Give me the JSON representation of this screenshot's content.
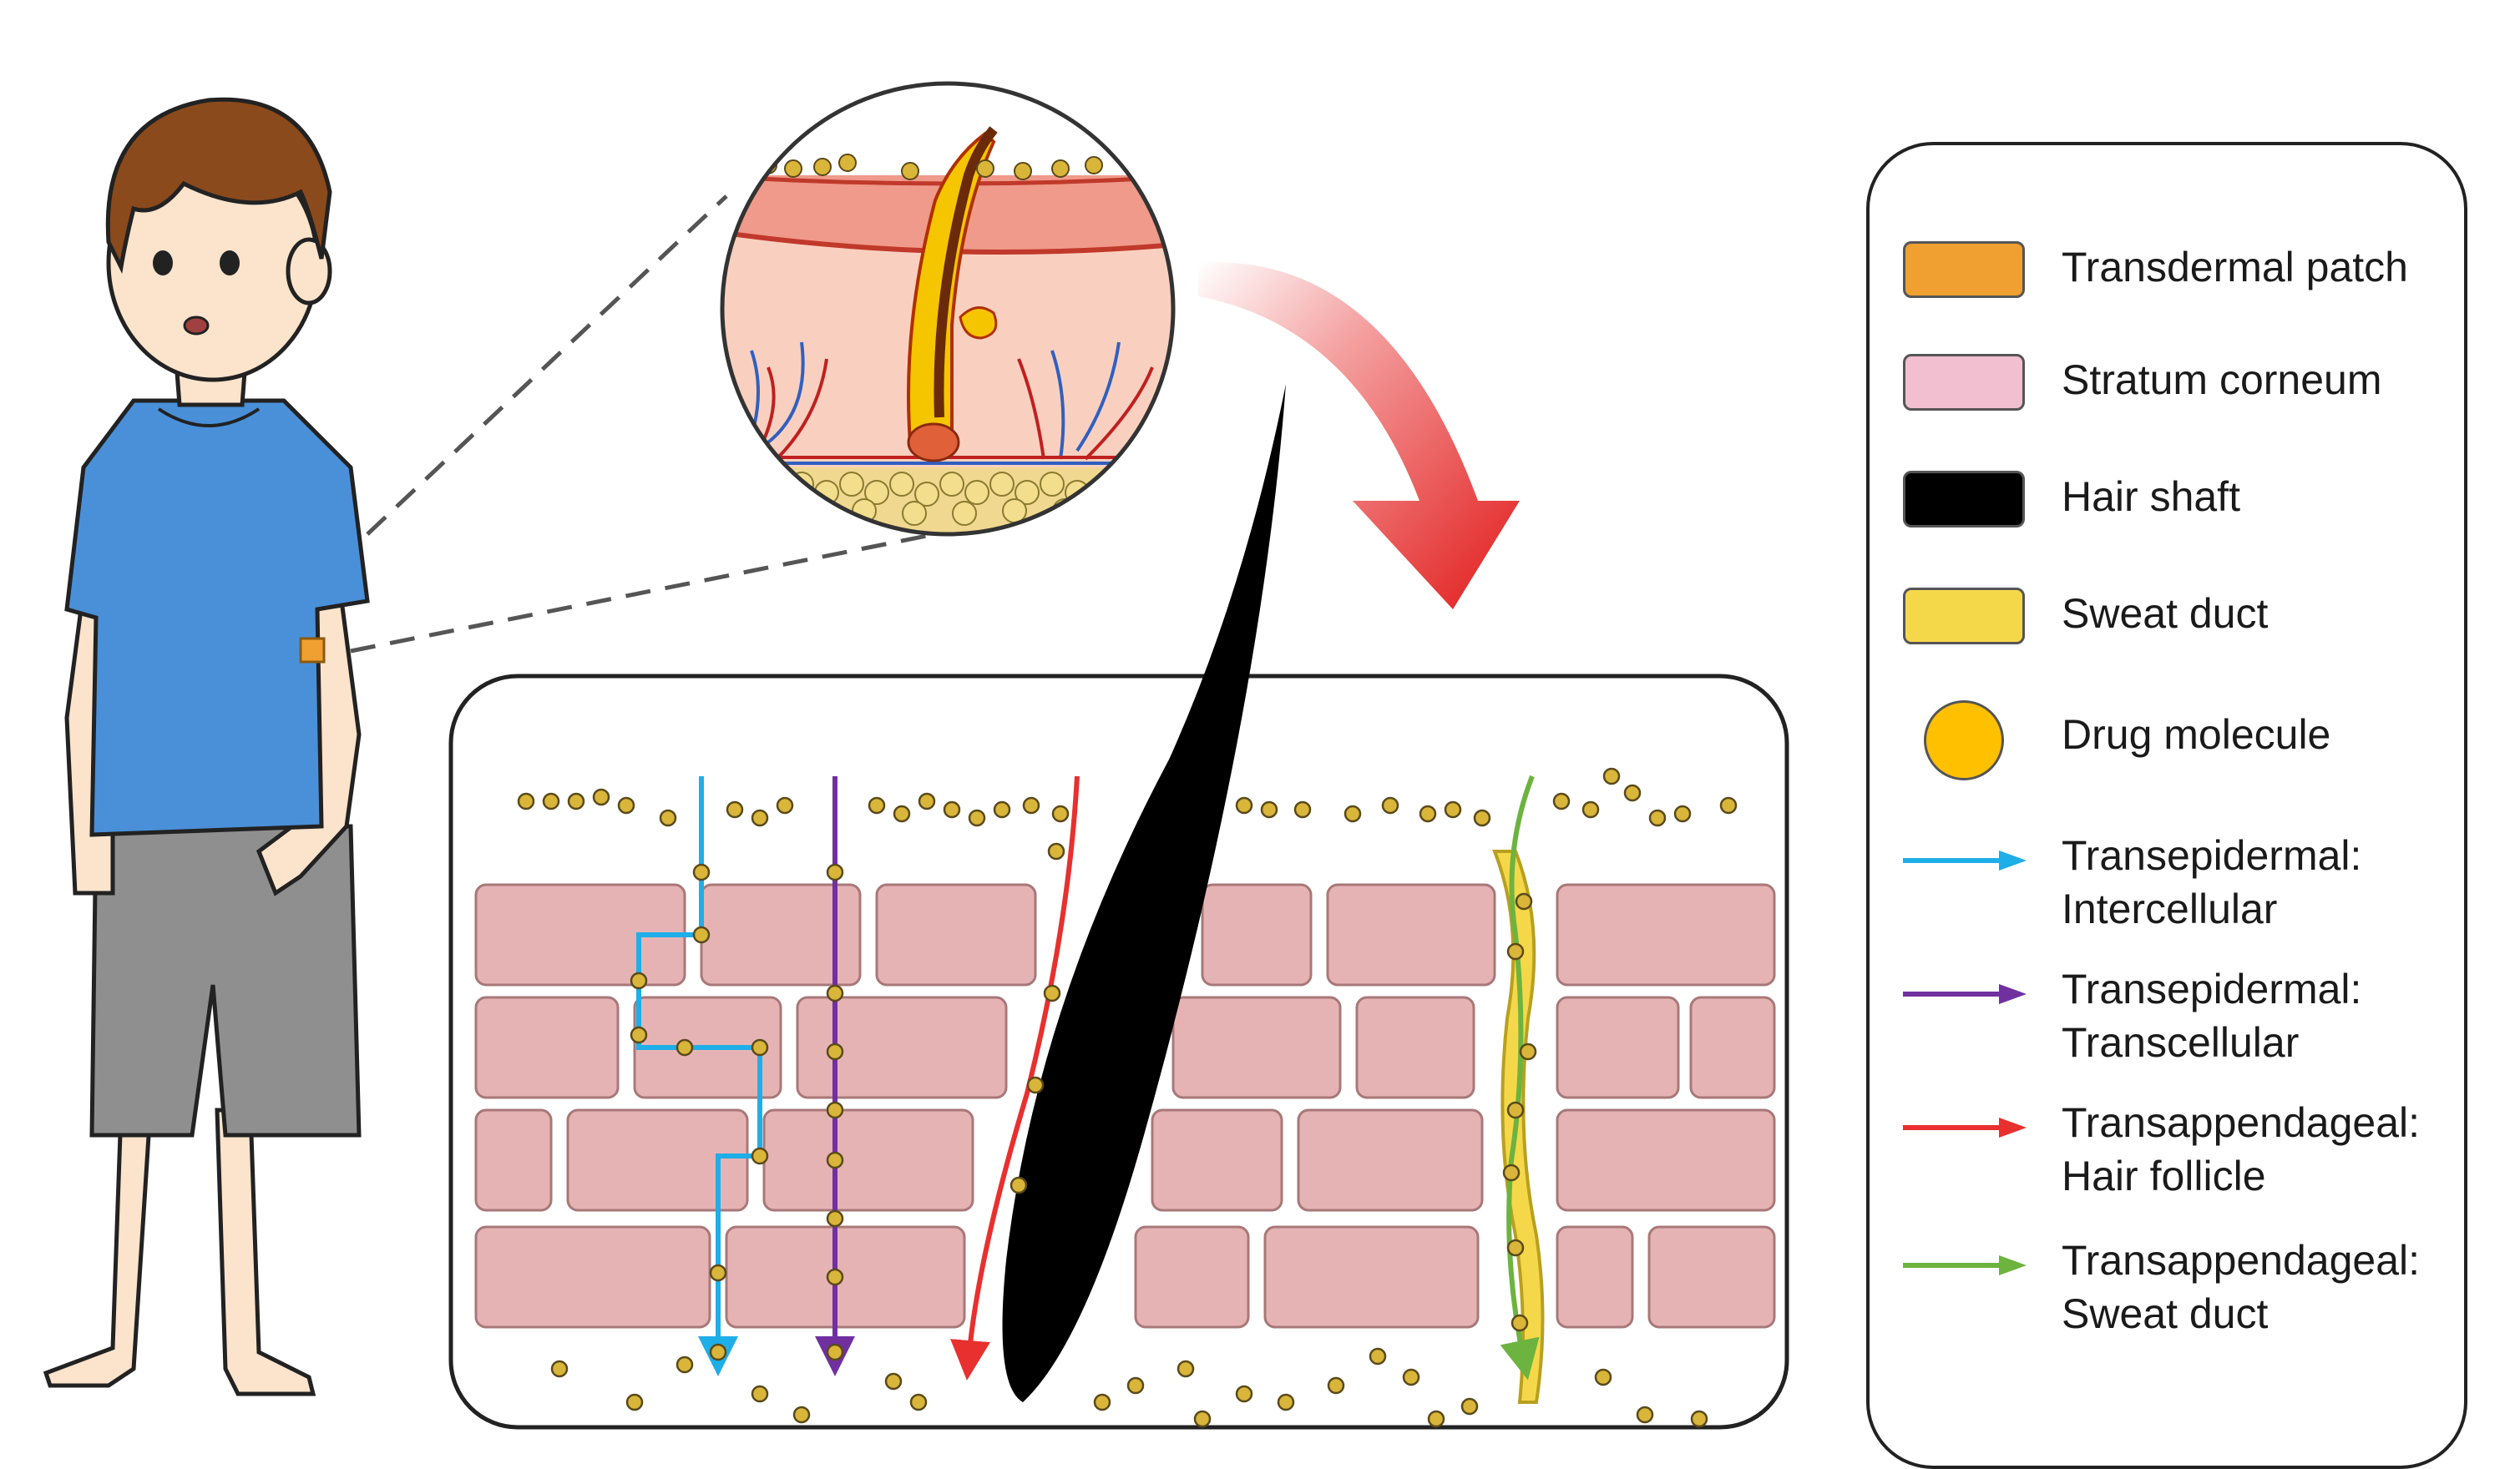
{
  "legend": {
    "items": [
      {
        "label": "Transdermal patch",
        "color": "#f0a030",
        "kind": "swatch"
      },
      {
        "label": "Stratum corneum",
        "color": "#f2bfd0",
        "kind": "swatch"
      },
      {
        "label": "Hair shaft",
        "color": "#000000",
        "kind": "swatch"
      },
      {
        "label": "Sweat duct",
        "color": "#f5d84a",
        "kind": "swatch"
      },
      {
        "label": "Drug molecule",
        "color": "#ffc000",
        "kind": "circle"
      },
      {
        "line1": "Transepidermal:",
        "line2": "Intercellular",
        "color": "#1eaee8",
        "kind": "arrow"
      },
      {
        "line1": "Transepidermal:",
        "line2": "Transcellular",
        "color": "#7030a0",
        "kind": "arrow"
      },
      {
        "line1": "Transappendageal:",
        "line2": "Hair follicle",
        "color": "#e8302e",
        "kind": "arrow"
      },
      {
        "line1": "Transappendageal:",
        "line2": "Sweat duct",
        "color": "#6db33f",
        "kind": "arrow"
      }
    ]
  },
  "colors": {
    "cell": "#e6b3b5",
    "cell_stroke": "#a87878",
    "molecule": "#d9b53a",
    "molecule_stroke": "#5a4a1a",
    "shirt": "#4a90d9",
    "shorts": "#8f8f8f",
    "skin": "#fbe3cc",
    "hair_brown": "#8a4a1c",
    "big_arrow": "#e21a1a"
  },
  "icons": [
    "boy-figure",
    "skin-magnifier-circle",
    "curved-arrow-icon",
    "hair-shaft-shape",
    "sweat-duct-shape"
  ]
}
